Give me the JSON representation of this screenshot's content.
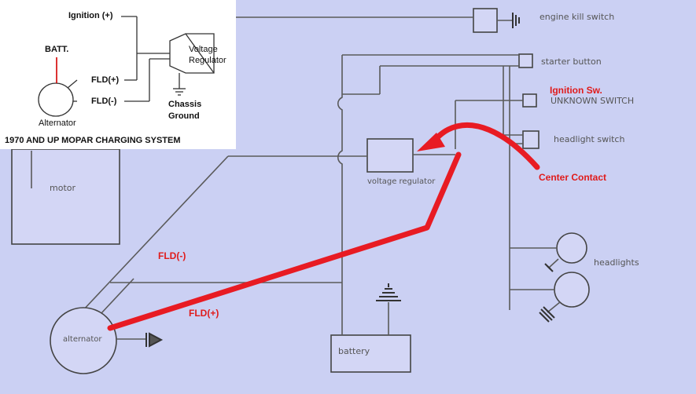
{
  "diagram": {
    "labels": {
      "engine_kill_switch": "engine kill switch",
      "starter_button": "starter button",
      "unknown_switch": "UNKNOWN SWITCH",
      "headlight_switch": "headlight switch",
      "voltage_regulator": "voltage regulator",
      "headlights": "headlights",
      "motor": "motor",
      "battery": "battery",
      "alternator": "alternator"
    },
    "annotations": {
      "ignition_sw": "Ignition Sw.",
      "center_contact": "Center Contact",
      "fld_minus": "FLD(-)",
      "fld_plus": "FLD(+)"
    }
  },
  "inset": {
    "ignition": "Ignition (+)",
    "batt": "BATT.",
    "fld_plus": "FLD(+)",
    "fld_minus": "FLD(-)",
    "alternator": "Alternator",
    "voltage_regulator_line1": "Voltage",
    "voltage_regulator_line2": "Regulator",
    "chassis_ground_line1": "Chassis",
    "chassis_ground_line2": "Ground",
    "caption": "1970 AND UP MOPAR CHARGING SYSTEM"
  },
  "colors": {
    "background": "#cbd0f3",
    "wire": "#555555",
    "highlight": "#e81b23",
    "annotation": "#e01b1b"
  }
}
